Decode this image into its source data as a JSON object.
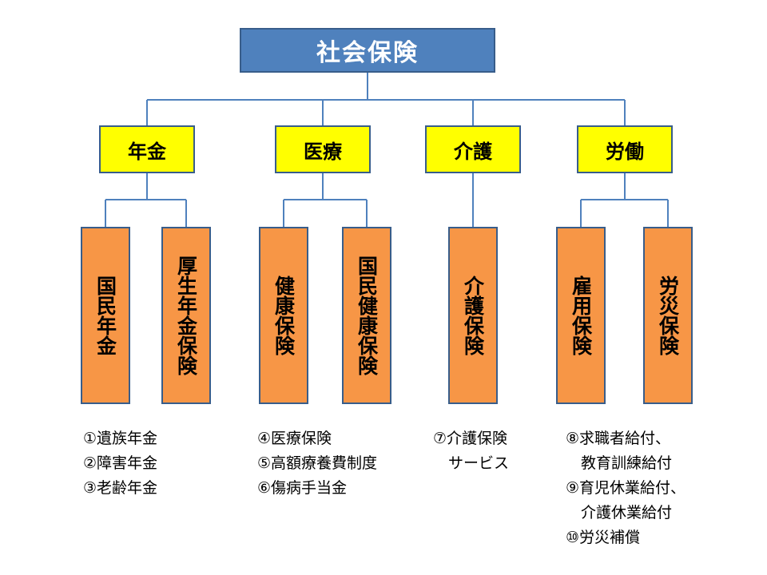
{
  "root": {
    "label": "社会保険"
  },
  "categories": [
    {
      "label": "年金",
      "insurances": [
        "国民年金",
        "厚生年金保険"
      ]
    },
    {
      "label": "医療",
      "insurances": [
        "健康保険",
        "国民健康保険"
      ]
    },
    {
      "label": "介護",
      "insurances": [
        "介護保険"
      ]
    },
    {
      "label": "労働",
      "insurances": [
        "雇用保険",
        "労災保険"
      ]
    }
  ],
  "notes": [
    [
      "①遺族年金",
      "②障害年金",
      "③老齢年金"
    ],
    [
      "④医療保険",
      "⑤高額療養費制度",
      "⑥傷病手当金"
    ],
    [
      "⑦介護保険",
      "　サービス"
    ],
    [
      "⑧求職者給付、",
      "　教育訓練給付",
      "⑨育児休業給付、",
      "　介護休業給付",
      "⑩労災補償"
    ]
  ],
  "colors": {
    "root_fill": "#4f81bd",
    "category_fill": "#ffff00",
    "insurance_fill": "#f79646",
    "border": "#385d8a",
    "connector": "#4f81bd"
  }
}
